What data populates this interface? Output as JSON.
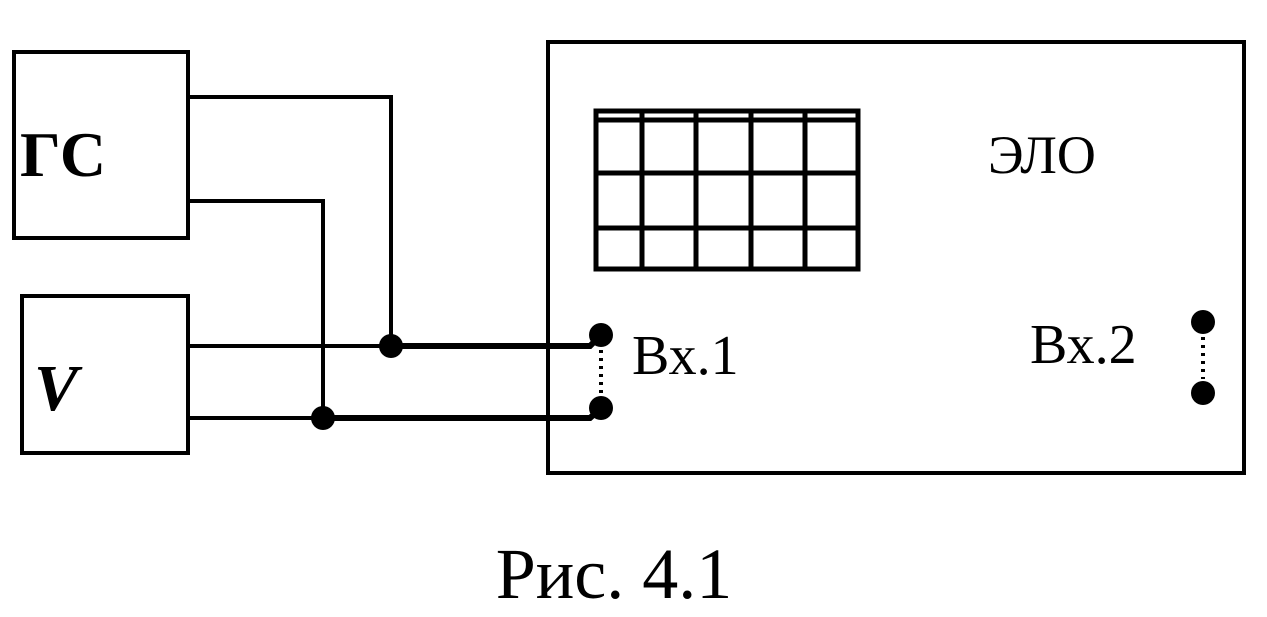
{
  "generator": {
    "label": "ГС"
  },
  "voltmeter": {
    "label": "V"
  },
  "oscilloscope": {
    "label": "ЭЛО"
  },
  "inputs": {
    "input1": {
      "label": "Вх.1"
    },
    "input2": {
      "label": "Вх.2"
    }
  },
  "caption": "Рис. 4.1",
  "colors": {
    "stroke": "#000000",
    "background": "#ffffff"
  }
}
